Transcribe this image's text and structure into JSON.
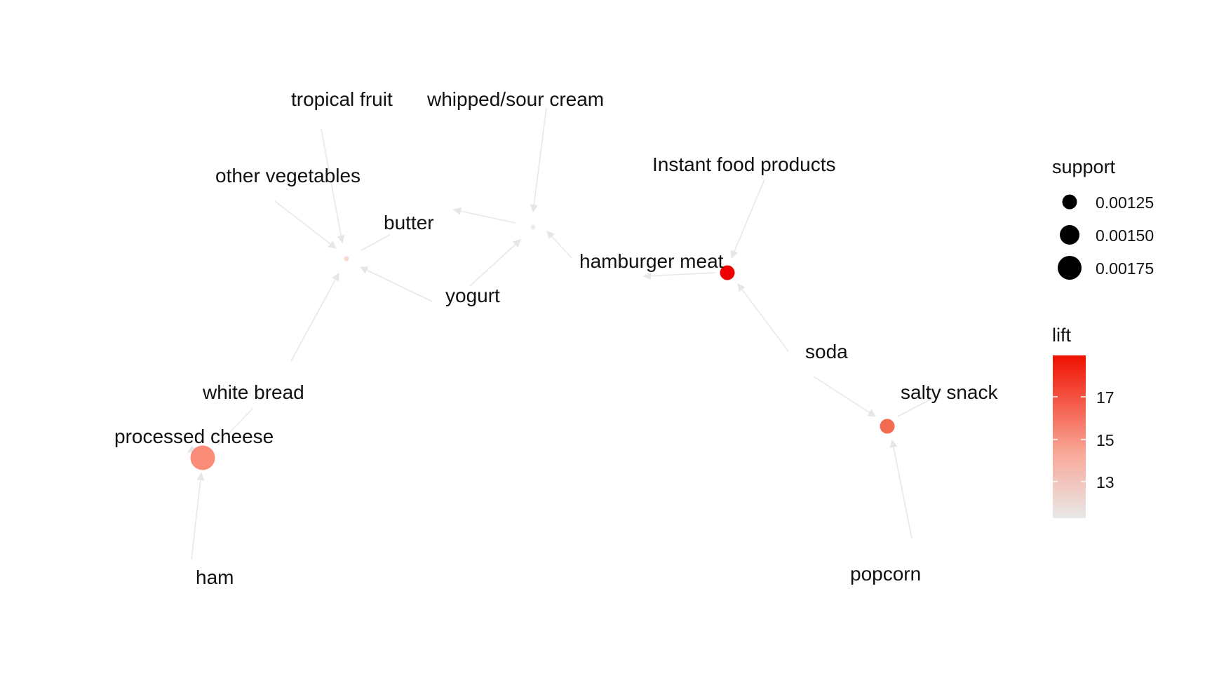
{
  "items": {
    "tropical_fruit": "tropical fruit",
    "whipped_sour_cream": "whipped/sour cream",
    "other_vegetables": "other vegetables",
    "butter": "butter",
    "yogurt": "yogurt",
    "instant_food_products": "Instant food products",
    "hamburger_meat": "hamburger meat",
    "soda": "soda",
    "salty_snack": "salty snack",
    "white_bread": "white bread",
    "processed_cheese": "processed cheese",
    "ham": "ham",
    "popcorn": "popcorn"
  },
  "rules": [
    {
      "lhs": [
        "other vegetables",
        "tropical fruit",
        "white bread",
        "yogurt"
      ],
      "rhs": "butter",
      "support_level": "small",
      "lift_level": "low"
    },
    {
      "lhs": [
        "whipped/sour cream",
        "yogurt",
        "hamburger meat"
      ],
      "rhs": "butter",
      "support_level": "small",
      "lift_level": "low"
    },
    {
      "lhs": [
        "Instant food products",
        "soda"
      ],
      "rhs": "hamburger meat",
      "support_level": "medium",
      "lift_level": "highest"
    },
    {
      "lhs": [
        "soda",
        "popcorn"
      ],
      "rhs": "salty snack",
      "support_level": "medium",
      "lift_level": "high"
    },
    {
      "lhs": [
        "white bread",
        "ham"
      ],
      "rhs": "processed cheese",
      "support_level": "large",
      "lift_level": "medium"
    }
  ],
  "legend": {
    "support_title": "support",
    "support_values": [
      "0.00125",
      "0.00150",
      "0.00175"
    ],
    "lift_title": "lift",
    "lift_ticks": [
      "17",
      "15",
      "13"
    ],
    "lift_colors": {
      "low": "#e8e8e8",
      "high": "#ee0000"
    }
  }
}
